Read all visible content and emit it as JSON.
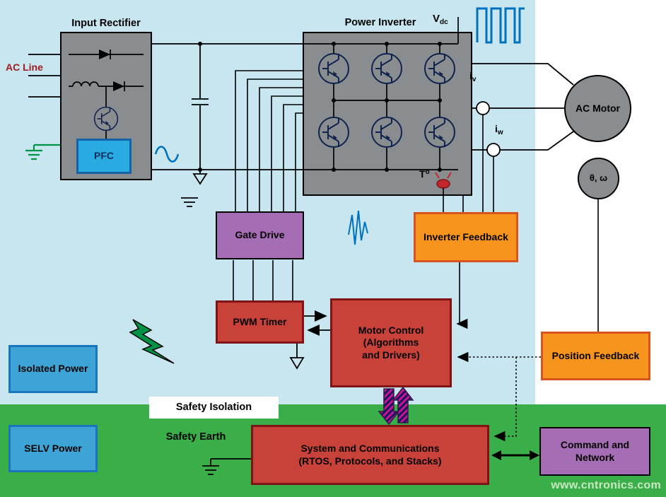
{
  "colors": {
    "bg_blue": "#c7e6ef",
    "bg_green": "#3aae49",
    "dash_green": "#00692f",
    "gray_box": "#8a8d8f",
    "red_box": "#c8423a",
    "red_border": "#7f1416",
    "orange_box": "#f7941e",
    "purple_box": "#a56db4",
    "blue_box": "#3ea4d5",
    "pfc_blue": "#29abe2",
    "accent_blue": "#0071bc",
    "ac_line_red": "#a01c20",
    "ground_green": "#009245"
  },
  "left": {
    "ac_line": "AC Line",
    "input_rectifier_title": "Input Rectifier",
    "pfc": "PFC"
  },
  "inverter": {
    "title": "Power Inverter",
    "vdc_main": "V",
    "vdc_sub": "dc",
    "temp_main": "T",
    "temp_sup": "o",
    "iv_main": "i",
    "iv_sub": "v",
    "iw_main": "i",
    "iw_sub": "w"
  },
  "motor": {
    "ac_motor": "AC Motor",
    "encoder": "θ, ω"
  },
  "blocks": {
    "gate_drive": "Gate Drive",
    "inverter_feedback": "Inverter Feedback",
    "pwm_timer": "PWM Timer",
    "motor_control": [
      "Motor Control",
      "(Algorithms",
      "and Drivers)"
    ],
    "position_feedback": "Position Feedback",
    "isolated_power": "Isolated Power",
    "selv_power": "SELV Power",
    "system_comms": [
      "System and Communications",
      "(RTOS, Protocols, and Stacks)"
    ],
    "command_network": [
      "Command and",
      "Network"
    ]
  },
  "safety": {
    "isolation": "Safety Isolation",
    "earth": "Safety Earth"
  },
  "watermark": "www.cntronics.com"
}
